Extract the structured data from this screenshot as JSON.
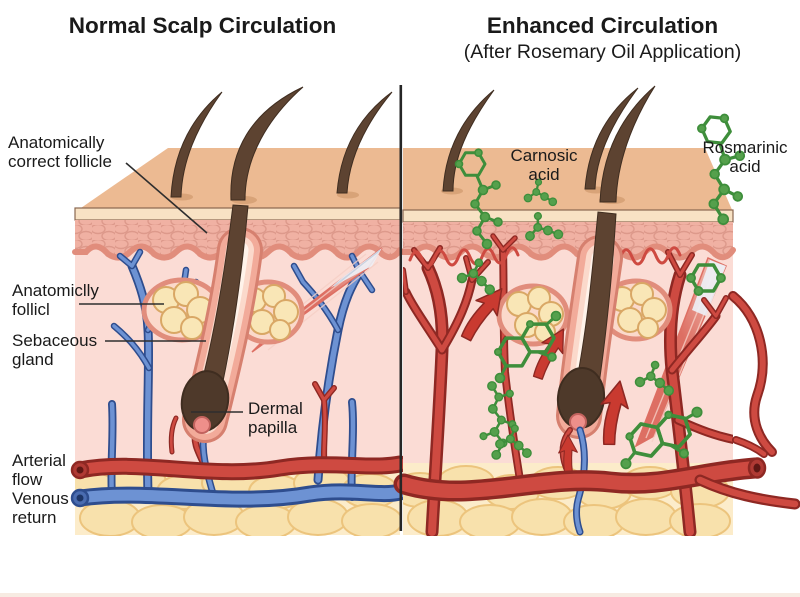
{
  "panels": {
    "left": {
      "title": "Normal Scalp Circulation",
      "labels": {
        "follicle_correct": "Anatomically correct follicle",
        "follicle_typo": "Anatomiclly follicl",
        "sebaceous": "Sebaceous gland",
        "papilla": "Dermal papilla",
        "arterial": "Arterial flow",
        "venous": "Venous return"
      }
    },
    "right": {
      "title": "Enhanced Circulation",
      "subtitle": "(After Rosemary Oil Application)",
      "labels": {
        "carnosic": "Carnosic acid",
        "rosmarinic": "Rosmarinic acid"
      }
    }
  },
  "colors": {
    "background": "#ffffff",
    "text": "#1a1a1a",
    "divider": "#262626",
    "skin_top": "#ecba92",
    "skin_top_shadow": "#c98f63",
    "cream": "#f8e2c4",
    "cream_line": "#8a6750",
    "epidermis": "#f0b1a3",
    "epidermis_cell": "#dd998b",
    "wave": "#e18d7c",
    "dermis": "#fbdcd5",
    "fat_bg": "#fcecca",
    "fat": "#f8e1ac",
    "fat_outline": "#ecc47d",
    "sebaceous": "#f9e6b6",
    "sebaceous_outline": "#d9a765",
    "hair": "#5d4331",
    "hair_dark": "#3f2d20",
    "follicle_outline": "#d6806f",
    "follicle_sheath": "#f2ab9a",
    "follicle_mid": "#fbd9cb",
    "follicle_inner": "#fff3ea",
    "bulb": "#4e392a",
    "papilla": "#ee8f8a",
    "muscle": "#dd6f63",
    "muscle_light": "#f6cfc5",
    "tendon": "#edf1f7",
    "artery_fill": "#ce4a41",
    "artery_outline": "#8e2823",
    "vein_fill": "#6d92d3",
    "vein_outline": "#2e4d8e",
    "arrow": "#c93a30",
    "molecule": "#3e8e3b",
    "molecule_node": "#55a04c"
  }
}
